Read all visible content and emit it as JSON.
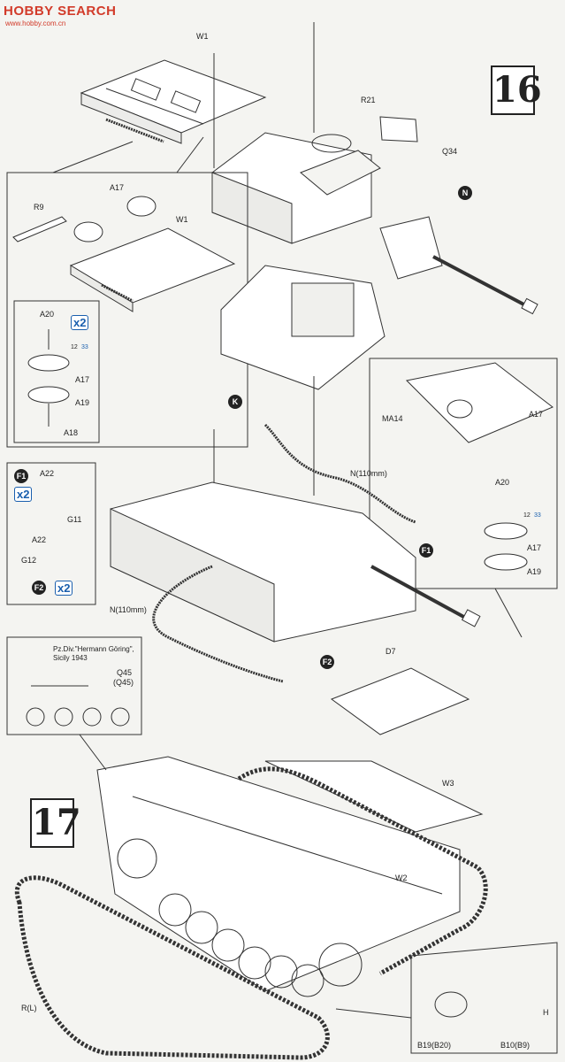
{
  "watermark": {
    "brand": "HOBBY SEARCH",
    "site": "www.hobby.com.cn"
  },
  "steps": {
    "a": "16",
    "b": "17"
  },
  "parts": {
    "w1_top": "W1",
    "r21": "R21",
    "q34": "Q34",
    "n": "N",
    "r9": "R9",
    "a17_a": "A17",
    "w1_inset": "W1",
    "a20_a": "A20",
    "a17_b": "A17",
    "a19_a": "A19",
    "a18": "A18",
    "k": "K",
    "ma14": "MA14",
    "a17_c": "A17",
    "a20_b": "A20",
    "a17_d": "A17",
    "a19_b": "A19",
    "n110_a": "N(110mm)",
    "n110_b": "N(110mm)",
    "a22_a": "A22",
    "g11": "G11",
    "a22_b": "A22",
    "g12": "G12",
    "f1_a": "F1",
    "f2_a": "F2",
    "f1_b": "F1",
    "f2_b": "F2",
    "d7": "D7",
    "w3": "W3",
    "w2": "W2",
    "rl": "R(L)",
    "h": "H",
    "b19": "B19(B20)",
    "b10": "B10(B9)",
    "q45": "Q45",
    "q45p": "(Q45)"
  },
  "callouts": {
    "multiplier_a": "x2",
    "multiplier_b": "x2",
    "multiplier_c": "x2",
    "ref_a": "12",
    "ref_b": "33",
    "ref_c": "12",
    "ref_d": "33"
  },
  "note": {
    "line1": "Pz.Div.\"Hermann Göring\",",
    "line2": "Sicily 1943"
  },
  "colors": {
    "ink": "#222222",
    "accent": "#1a5fae",
    "watermark": "#d23b2a"
  }
}
